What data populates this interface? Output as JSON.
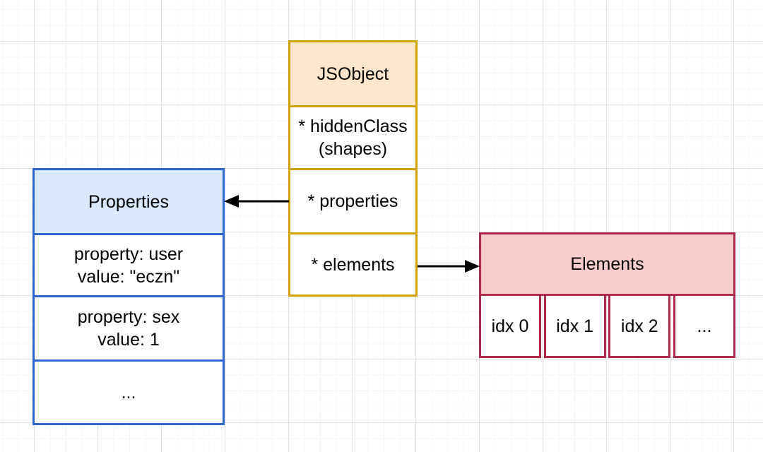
{
  "colors": {
    "orange_fill": "#ffe6cc",
    "gold_stroke": "#d2a106",
    "blue_fill": "#dae8fc",
    "blue_stroke": "#2e66d3",
    "red_fill": "#f8cecc",
    "red_stroke": "#b02a4e",
    "arrow": "#000000",
    "text": "#000000"
  },
  "jsobject_box": {
    "title": "JSObject",
    "fields": [
      {
        "line1": "* hiddenClass",
        "line2": "(shapes)"
      },
      {
        "line1": "* properties"
      },
      {
        "line1": "* elements"
      }
    ]
  },
  "properties_box": {
    "title": "Properties",
    "rows": [
      {
        "line1": "property: user",
        "line2": "value: \"eczn\""
      },
      {
        "line1": "property: sex",
        "line2": "value: 1"
      },
      {
        "line1": "..."
      }
    ]
  },
  "elements_box": {
    "title": "Elements",
    "cells": [
      "idx 0",
      "idx 1",
      "idx 2",
      "..."
    ]
  },
  "edges": [
    {
      "from": "jsobject-field-properties",
      "to": "properties-table",
      "direction": "left"
    },
    {
      "from": "jsobject-field-elements",
      "to": "elements-table",
      "direction": "right"
    }
  ]
}
